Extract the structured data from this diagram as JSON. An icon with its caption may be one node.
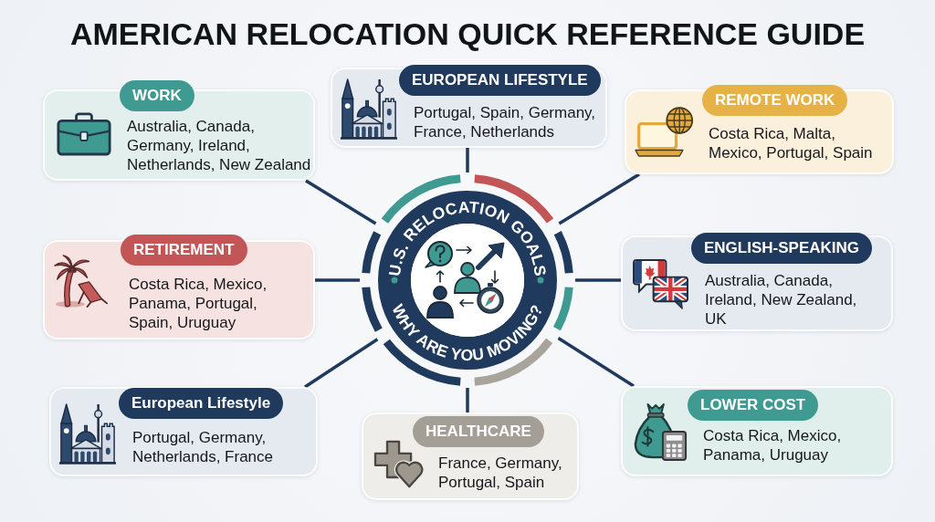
{
  "diagram": {
    "title": "AMERICAN RELOCATION QUICK REFERENCE GUIDE",
    "nodes": [
      {
        "text": [
          "WORK",
          "Australia, Canada, Germany, Ireland, Netherlands, New Zealand"
        ]
      },
      {
        "text": [
          "EUROPEAN LIFESTYLE",
          "Portugal, Spain, Germany, France, Netherlands"
        ]
      },
      {
        "text": [
          "REMOTE WORK",
          "Costa Rica, Malta, Mexico, Portugal, Spain"
        ]
      },
      {
        "text": [
          "RETIREMENT",
          "Costa Rica, Mexico, Panama, Portugal, Spain, Uruguay"
        ]
      },
      {
        "text": [
          "U.S. RELOCATION GOALS",
          "WHY ARE YOU MOVING?"
        ]
      },
      {
        "text": [
          "ENGLISH-SPEAKING",
          "Australia, Canada, Ireland, New Zealand, UK"
        ]
      },
      {
        "text": [
          "European Lifestyle",
          "Portugal, Germany, Netherlands, France"
        ]
      },
      {
        "text": [
          "HEALTHCARE",
          "France, Germany, Portugal, Spain"
        ]
      },
      {
        "text": [
          "LOWER COST",
          "Costa Rica, Mexico, Panama, Uruguay"
        ]
      }
    ],
    "edges": [
      {
        "from": 4,
        "to": 0,
        "arrow": "none"
      },
      {
        "from": 4,
        "to": 1,
        "arrow": "none"
      },
      {
        "from": 4,
        "to": 2,
        "arrow": "none"
      },
      {
        "from": 4,
        "to": 3,
        "arrow": "none"
      },
      {
        "from": 4,
        "to": 5,
        "arrow": "none"
      },
      {
        "from": 4,
        "to": 6,
        "arrow": "none"
      },
      {
        "from": 4,
        "to": 7,
        "arrow": "none"
      },
      {
        "from": 4,
        "to": 8,
        "arrow": "none"
      }
    ]
  }
}
